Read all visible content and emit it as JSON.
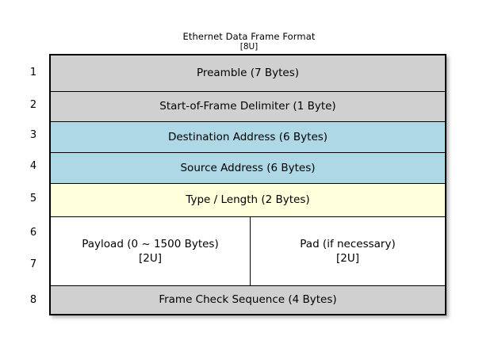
{
  "diagram": {
    "title": "Ethernet Data Frame Format",
    "title_tag": "[8U]",
    "colors": {
      "gray": "#d0d0d0",
      "blue": "#aed8e6",
      "yellow": "#ffffdc",
      "white": "#ffffff",
      "border": "#000000",
      "background": "#ffffff"
    },
    "row_numbers": [
      "1",
      "2",
      "3",
      "4",
      "5",
      "6",
      "7",
      "8"
    ],
    "fields": [
      {
        "row": "1",
        "label": "Preamble (7 Bytes)",
        "fill": "gray"
      },
      {
        "row": "2",
        "label": "Start-of-Frame Delimiter (1 Byte)",
        "fill": "gray"
      },
      {
        "row": "3",
        "label": "Destination Address (6 Bytes)",
        "fill": "blue"
      },
      {
        "row": "4",
        "label": "Source Address (6 Bytes)",
        "fill": "blue"
      },
      {
        "row": "5",
        "label": "Type / Length (2 Bytes)",
        "fill": "yellow"
      },
      {
        "row": "6-7",
        "fill": "white",
        "split": [
          {
            "label": "Payload (0 ~ 1500 Bytes)",
            "tag": "[2U]"
          },
          {
            "label": "Pad (if necessary)",
            "tag": "[2U]"
          }
        ]
      },
      {
        "row": "8",
        "label": "Frame Check Sequence (4 Bytes)",
        "fill": "gray"
      }
    ]
  }
}
